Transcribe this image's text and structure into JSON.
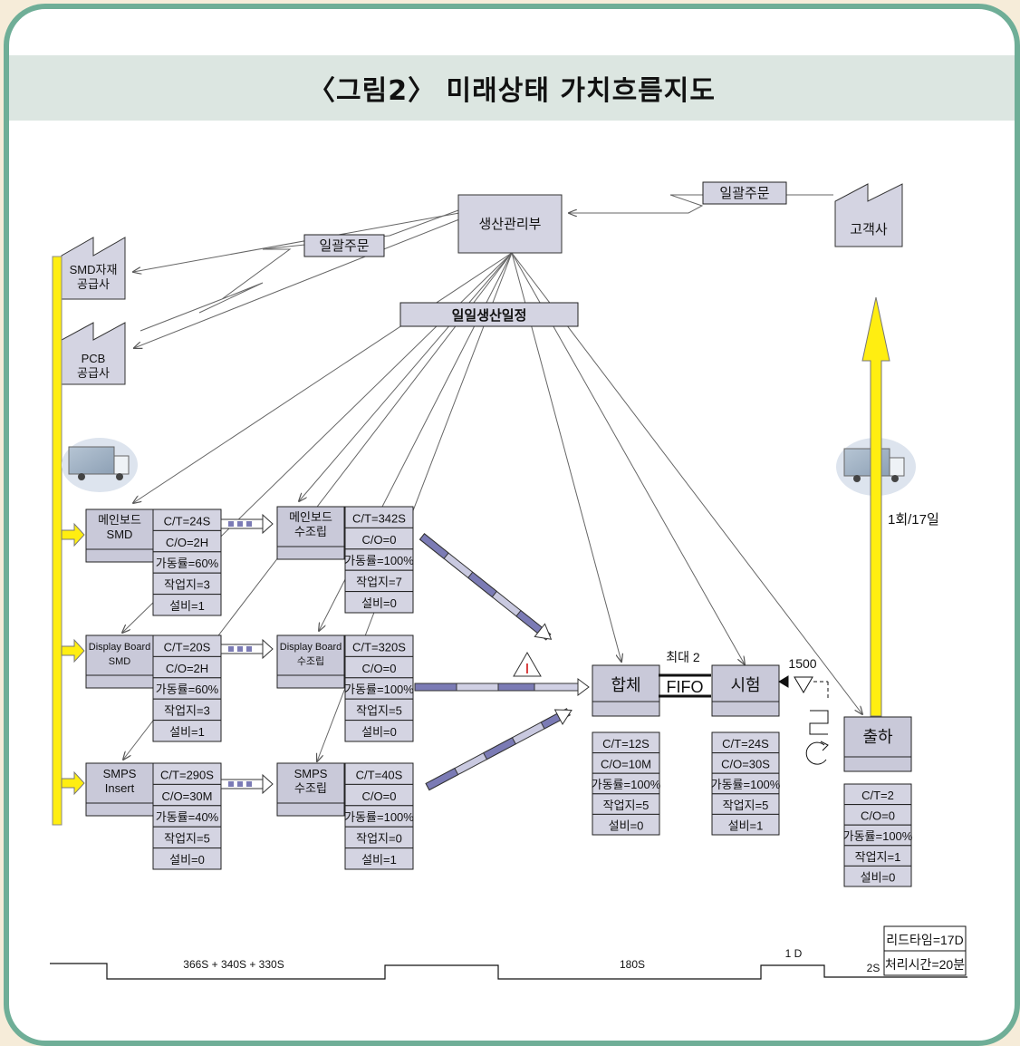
{
  "title": "〈그림2〉 미래상태 가치흐름지도",
  "control": {
    "label": "생산관리부"
  },
  "customer": {
    "label": "고객사"
  },
  "orders": {
    "order_label_top": "일괄주문",
    "order_label_left": "일괄주문",
    "schedule_label": "일일생산일정"
  },
  "suppliers": {
    "smd_line1": "SMD자재",
    "smd_line2": "공급사",
    "pcb_line1": "PCB",
    "pcb_line2": "공급사"
  },
  "shipping": {
    "frequency": "1회/17일"
  },
  "processes": [
    {
      "name1": "메인보드",
      "name2": "SMD",
      "ct": "C/T=24S",
      "co": "C/O=2H",
      "rate": "가동률=60%",
      "workers": "작업지=3",
      "equip": "설비=1"
    },
    {
      "name1": "메인보드",
      "name2": "수조립",
      "ct": "C/T=342S",
      "co": "C/O=0",
      "rate": "가동률=100%",
      "workers": "작업지=7",
      "equip": "설비=0"
    },
    {
      "name1": "Display Board",
      "name2": "SMD",
      "ct": "C/T=20S",
      "co": "C/O=2H",
      "rate": "가동률=60%",
      "workers": "작업지=3",
      "equip": "설비=1"
    },
    {
      "name1": "Display Board",
      "name2": "수조립",
      "ct": "C/T=320S",
      "co": "C/O=0",
      "rate": "가동률=100%",
      "workers": "작업지=5",
      "equip": "설비=0"
    },
    {
      "name1": "SMPS",
      "name2": "Insert",
      "ct": "C/T=290S",
      "co": "C/O=30M",
      "rate": "가동률=40%",
      "workers": "작업지=5",
      "equip": "설비=0"
    },
    {
      "name1": "SMPS",
      "name2": "수조립",
      "ct": "C/T=40S",
      "co": "C/O=0",
      "rate": "가동률=100%",
      "workers": "작업지=0",
      "equip": "설비=1"
    }
  ],
  "assembly": {
    "name": "합체",
    "ct": "C/T=12S",
    "co": "C/O=10M",
    "rate": "가동률=100%",
    "workers": "작업지=5",
    "equip": "설비=0"
  },
  "test": {
    "name": "시험",
    "ct": "C/T=24S",
    "co": "C/O=30S",
    "rate": "가동률=100%",
    "workers": "작업지=5",
    "equip": "설비=1"
  },
  "ship": {
    "name": "출하",
    "ct": "C/T=2",
    "co": "C/O=0",
    "rate": "가동률=100%",
    "workers": "작업지=1",
    "equip": "설비=0"
  },
  "fifo": {
    "max_label": "최대 2",
    "label": "FIFO"
  },
  "supermarket": {
    "qty": "1500"
  },
  "timeline": {
    "seg1": "366S + 340S + 330S",
    "seg2": "180S",
    "seg3": "1 D",
    "seg4": "2S",
    "lead_time": "리드타임=17D",
    "processing_time": "처리시간=20분"
  },
  "colors": {
    "frame": "#6fae97",
    "title_bg": "#dce6e1",
    "box_fill": "#c9c9d9",
    "push_arrow": "#7b7bb5",
    "yellow": "#ffee11"
  }
}
